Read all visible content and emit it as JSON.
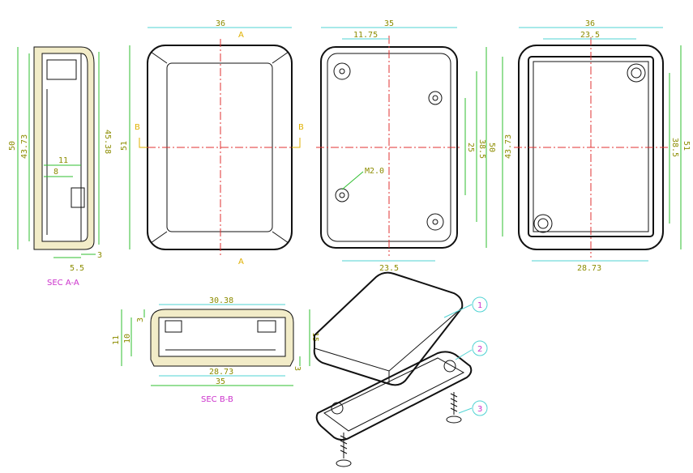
{
  "labels": {
    "sec_aa": "SEC A-A",
    "sec_bb": "SEC B-B",
    "section_a_top": "A",
    "section_a_bottom": "A",
    "section_b_left": "B",
    "section_b_right": "B",
    "callout_1": "1",
    "callout_2": "2",
    "callout_3": "3",
    "hole": "M2.0"
  },
  "dims": {
    "side_50": "50",
    "side_43_73": "43.73",
    "side_45_38": "45.38",
    "side_11": "11",
    "side_8": "8",
    "side_5_5": "5.5",
    "side_3": "3",
    "front_36": "36",
    "front_51": "51",
    "inside_35": "35",
    "inside_11_75": "11.75",
    "inside_25": "25",
    "inside_38_5": "38.5",
    "inside_50": "50",
    "inside_23_5": "23.5",
    "back_36": "36",
    "back_23_5": "23.5",
    "back_43_73": "43.73",
    "back_38_5": "38.5",
    "back_51": "51",
    "back_28_73": "28.73",
    "secb_30_38": "30.38",
    "secb_28_73": "28.73",
    "secb_35": "35",
    "secb_11": "11",
    "secb_10": "10",
    "secb_3a": "3",
    "secb_15": "15",
    "secb_3b": "3"
  }
}
